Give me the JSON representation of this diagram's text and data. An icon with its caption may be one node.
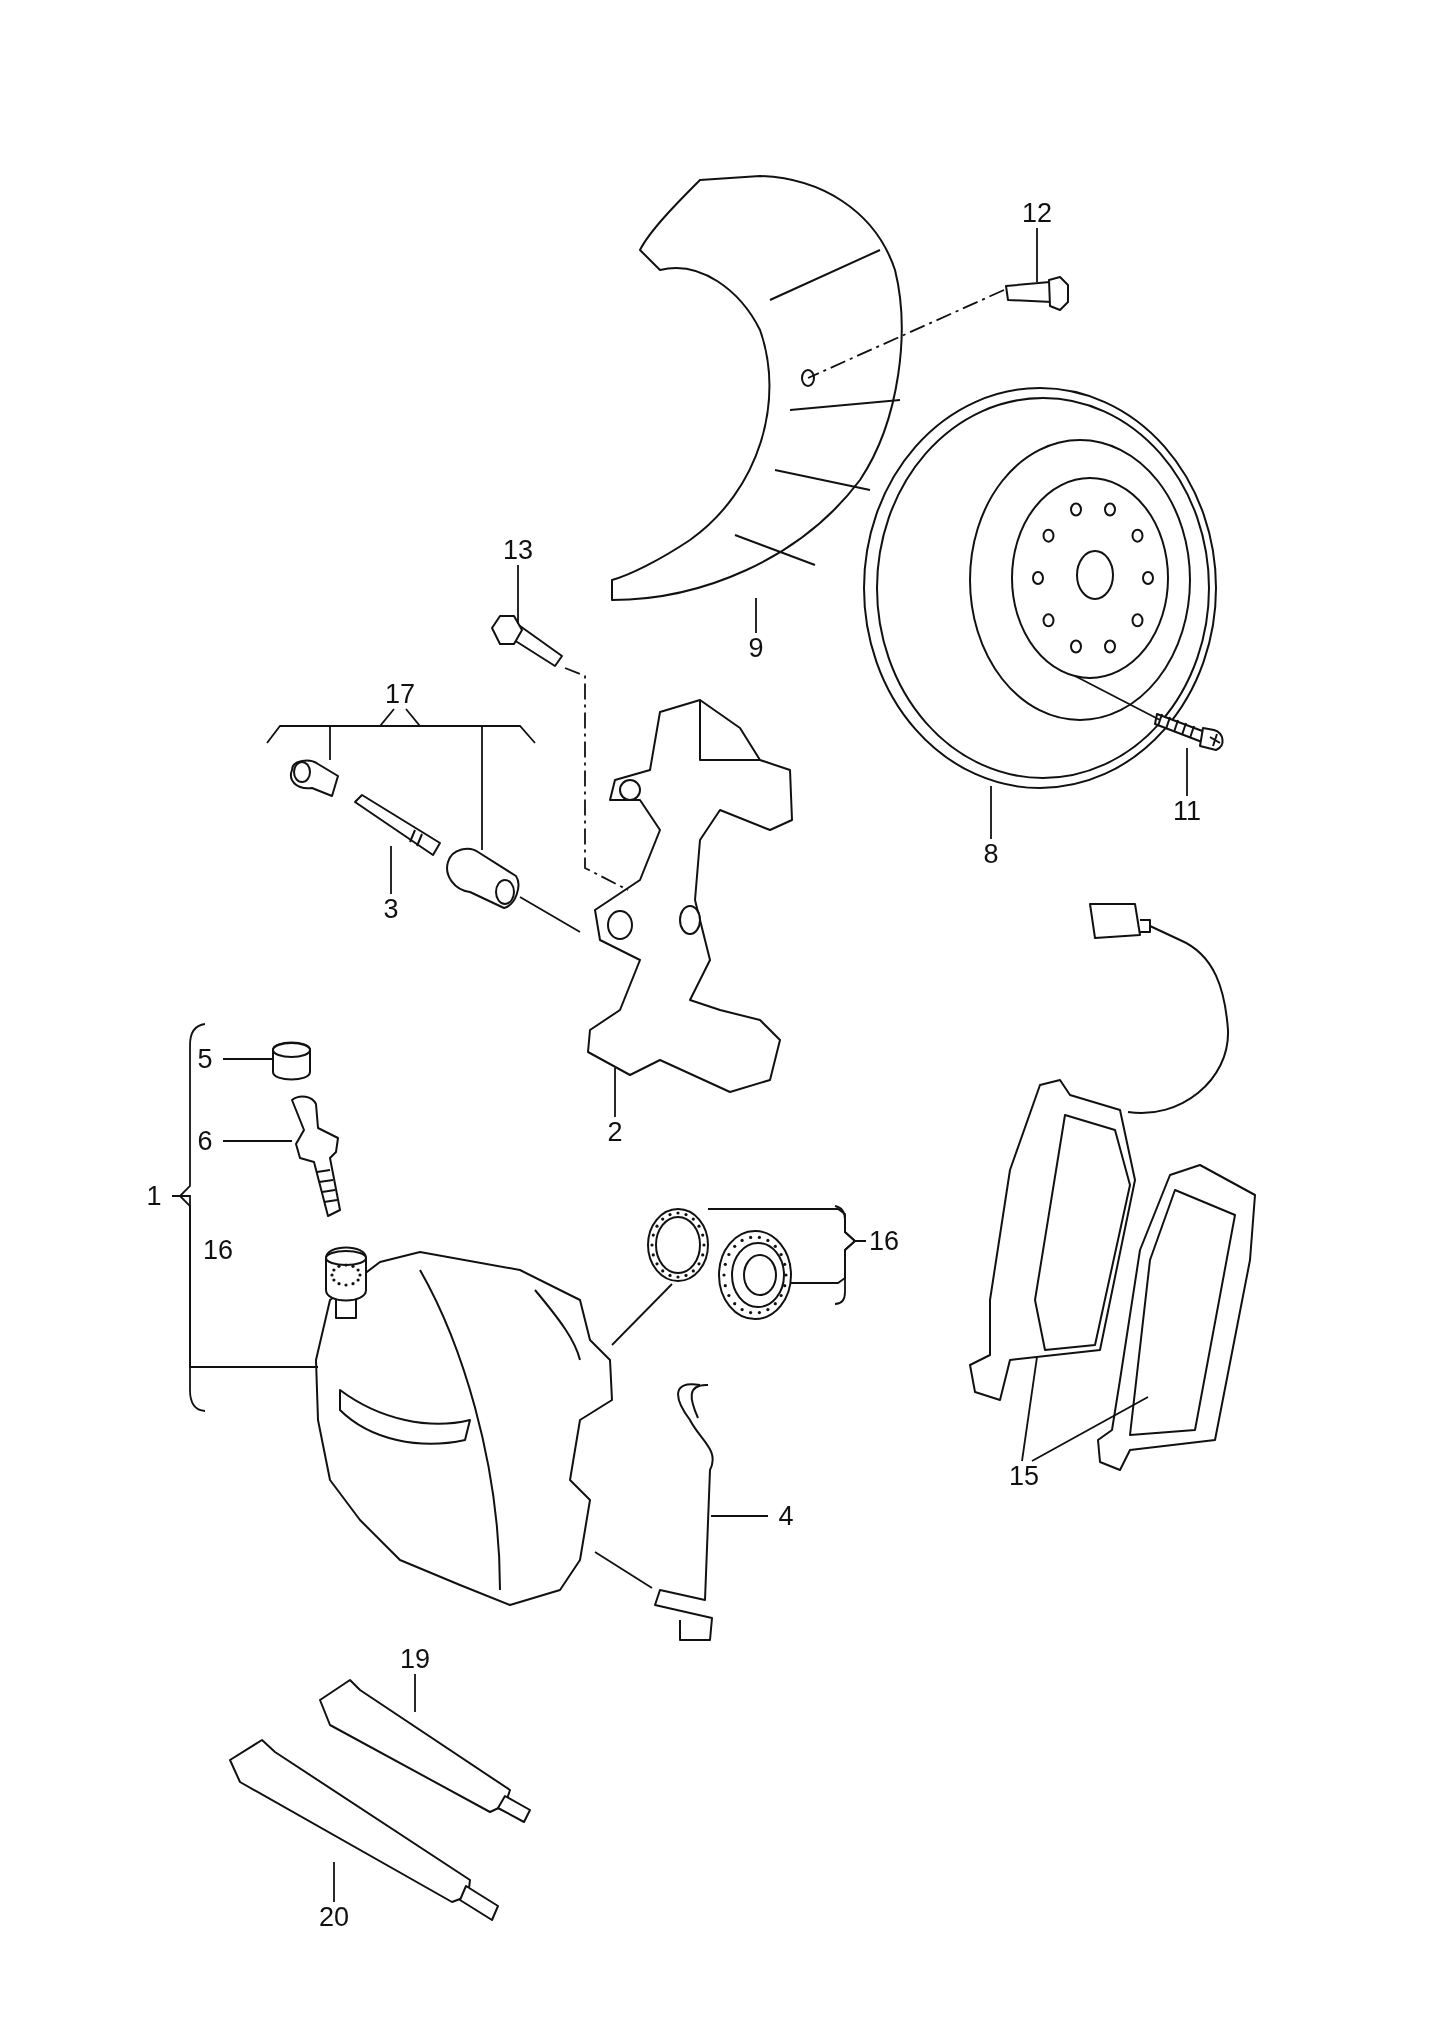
{
  "diagram": {
    "nodes": [
      {
        "text": [
          "12"
        ]
      },
      {
        "text": [],
        "shape": "picture"
      },
      {
        "text": [],
        "shape": "picture"
      },
      {
        "text": [
          "9"
        ]
      },
      {
        "text": [],
        "shape": "picture"
      },
      {
        "text": [
          "8"
        ]
      },
      {
        "text": [],
        "shape": "picture"
      },
      {
        "text": [
          "11"
        ]
      },
      {
        "text": [
          "13"
        ]
      },
      {
        "text": [],
        "shape": "picture"
      },
      {
        "text": [
          "17"
        ]
      },
      {
        "text": [],
        "shape": "picture"
      },
      {
        "text": [],
        "shape": "picture"
      },
      {
        "text": [
          "3"
        ]
      },
      {
        "text": [],
        "shape": "picture"
      },
      {
        "text": [],
        "shape": "picture"
      },
      {
        "text": [
          "2"
        ]
      },
      {
        "text": [
          "1"
        ]
      },
      {
        "text": [
          "5"
        ]
      },
      {
        "text": [],
        "shape": "picture"
      },
      {
        "text": [
          "6"
        ]
      },
      {
        "text": [],
        "shape": "picture"
      },
      {
        "text": [],
        "shape": "picture"
      },
      {
        "text": [],
        "shape": "picture"
      },
      {
        "text": [],
        "shape": "picture"
      },
      {
        "text": [
          "16"
        ]
      },
      {
        "text": [],
        "shape": "picture"
      },
      {
        "text": [
          "4"
        ]
      },
      {
        "text": [],
        "shape": "picture"
      },
      {
        "text": [],
        "shape": "picture"
      },
      {
        "text": [
          "15"
        ]
      },
      {
        "text": [],
        "shape": "picture"
      },
      {
        "text": [
          "19"
        ]
      },
      {
        "text": [],
        "shape": "picture"
      },
      {
        "text": [
          "20"
        ]
      }
    ],
    "edges": [
      {
        "from": 0,
        "to": 1,
        "arrow": "none"
      },
      {
        "from": 1,
        "to": 2,
        "arrow": "none",
        "style": "dashed"
      },
      {
        "from": 3,
        "to": 2,
        "arrow": "none"
      },
      {
        "from": 5,
        "to": 4,
        "arrow": "none"
      },
      {
        "from": 7,
        "to": 6,
        "arrow": "none"
      },
      {
        "from": 6,
        "to": 4,
        "arrow": "none"
      },
      {
        "from": 8,
        "to": 9,
        "arrow": "none"
      },
      {
        "from": 9,
        "to": 15,
        "arrow": "none",
        "style": "dashed"
      },
      {
        "from": 10,
        "to": 11,
        "arrow": "none"
      },
      {
        "from": 10,
        "to": 14,
        "arrow": "none"
      },
      {
        "from": 13,
        "to": 12,
        "arrow": "none"
      },
      {
        "from": 14,
        "to": 15,
        "arrow": "none"
      },
      {
        "from": 16,
        "to": 15,
        "arrow": "none"
      },
      {
        "from": 17,
        "to": 22,
        "arrow": "none"
      },
      {
        "from": 18,
        "to": 19,
        "arrow": "none"
      },
      {
        "from": 20,
        "to": 21,
        "arrow": "none"
      },
      {
        "from": 22,
        "to": 23,
        "arrow": "none"
      },
      {
        "from": 25,
        "to": 23,
        "arrow": "none"
      },
      {
        "from": 25,
        "to": 24,
        "arrow": "none"
      },
      {
        "from": 27,
        "to": 26,
        "arrow": "none"
      },
      {
        "from": 26,
        "to": 22,
        "arrow": "none"
      },
      {
        "from": 30,
        "to": 28,
        "arrow": "none"
      },
      {
        "from": 30,
        "to": 29,
        "arrow": "none"
      },
      {
        "from": 32,
        "to": 31,
        "arrow": "none"
      },
      {
        "from": 34,
        "to": 33,
        "arrow": "none"
      }
    ],
    "labels": [
      "16"
    ]
  }
}
